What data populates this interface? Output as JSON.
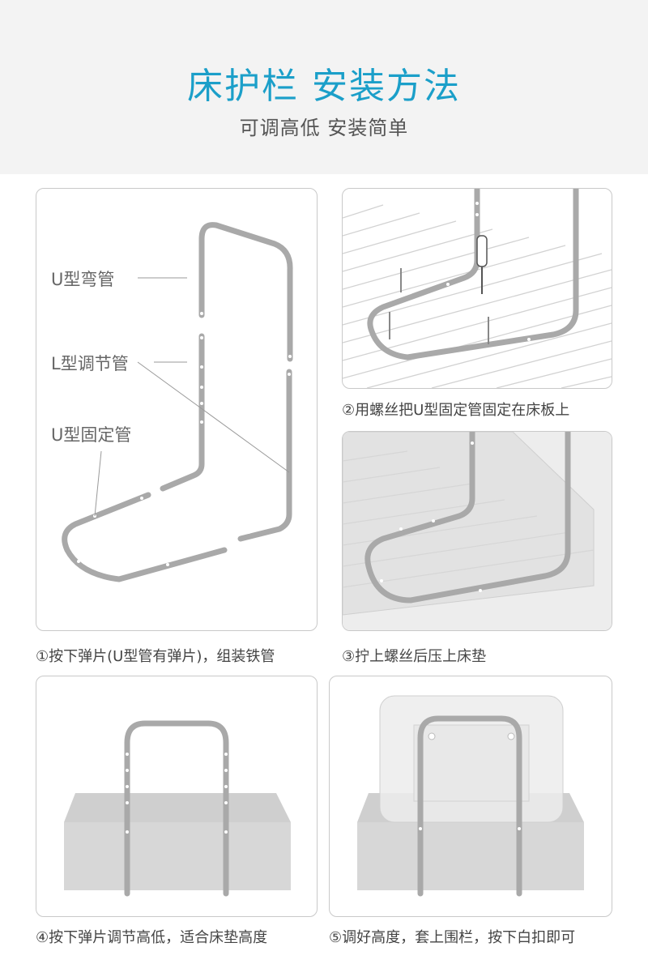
{
  "header": {
    "title": "床护栏  安装方法",
    "subtitle": "可调高低 安装简单"
  },
  "step1": {
    "labels": [
      "U型弯管",
      "L型调节管",
      "U型固定管"
    ],
    "caption": "①按下弹片(U型管有弹片)，组装铁管"
  },
  "step2": {
    "caption": "②用螺丝把U型固定管固定在床板上"
  },
  "step3": {
    "caption": "③拧上螺丝后压上床垫"
  },
  "step4": {
    "caption": "④按下弹片调节高低，适合床垫高度"
  },
  "step5": {
    "caption": "⑤调好高度，套上围栏，按下白扣即可"
  },
  "colors": {
    "accent": "#1b9fc9",
    "tube": "#a9a9a9",
    "bg": "#f3f3f3"
  }
}
